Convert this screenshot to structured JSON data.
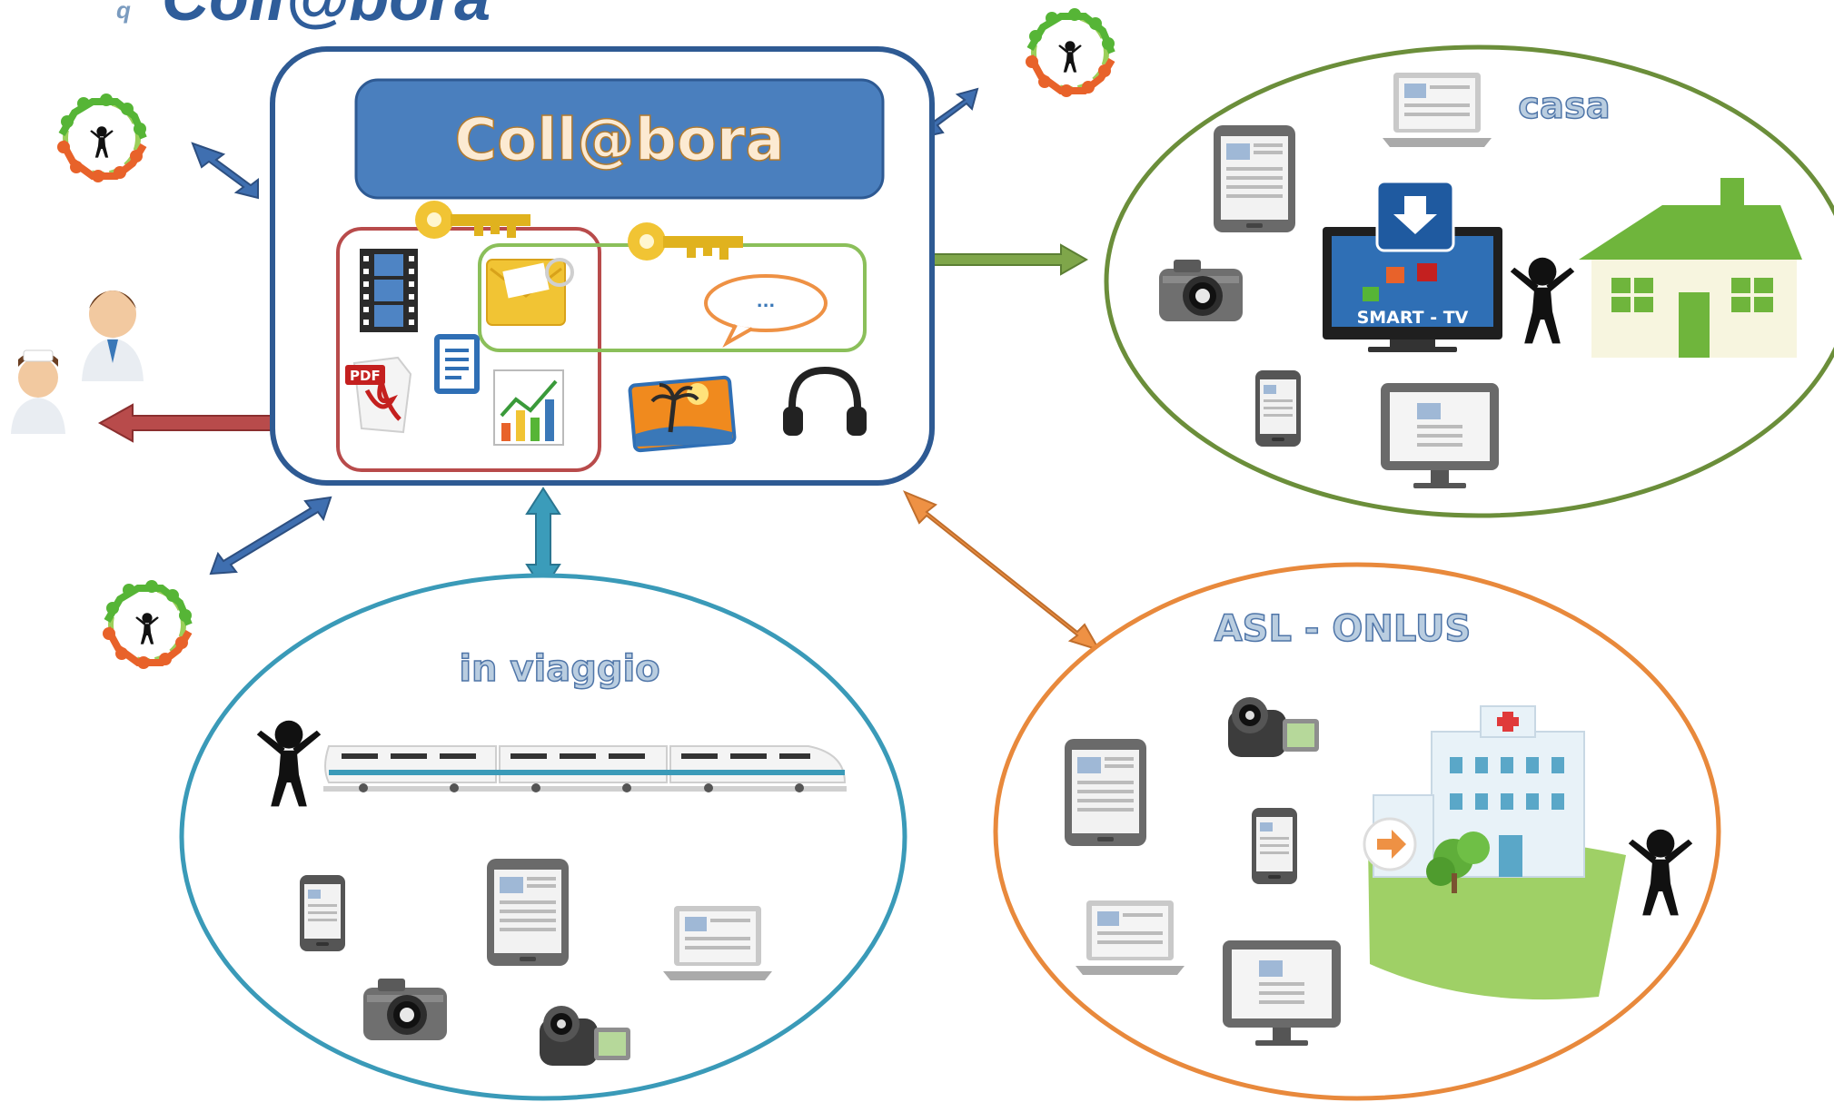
{
  "title": {
    "bullet": "q",
    "text": "Coll@bora"
  },
  "banner": {
    "text": "Coll@bora"
  },
  "chat_bubble": {
    "text": "..."
  },
  "tv": {
    "label": "SMART - TV"
  },
  "regions": {
    "home": {
      "label": "casa"
    },
    "travel": {
      "label": "in viaggio"
    },
    "asl": {
      "label": "ASL - ONLUS"
    }
  },
  "colors": {
    "hub_border": "#2e5a93",
    "banner": "#4a7fbe",
    "home": "#6b8e3a",
    "travel": "#3a9ab8",
    "asl": "#e8893c",
    "medical_arrow": "#a33a3a"
  }
}
